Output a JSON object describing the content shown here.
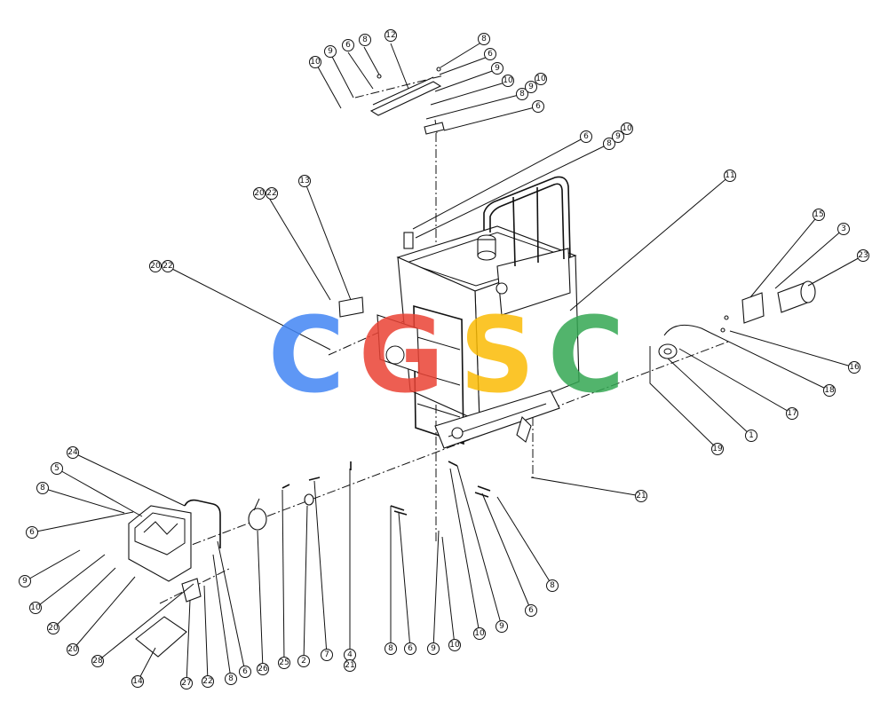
{
  "diagram": {
    "type": "exploded-parts-diagram",
    "callouts": [
      {
        "label": "12"
      },
      {
        "label": "8"
      },
      {
        "label": "6"
      },
      {
        "label": "9"
      },
      {
        "label": "10"
      },
      {
        "label": "8"
      },
      {
        "label": "6"
      },
      {
        "label": "9"
      },
      {
        "label": "10"
      },
      {
        "label": "8"
      },
      {
        "label": "9"
      },
      {
        "label": "10"
      },
      {
        "label": "6"
      },
      {
        "label": "6"
      },
      {
        "label": "8"
      },
      {
        "label": "9"
      },
      {
        "label": "10"
      },
      {
        "label": "11"
      },
      {
        "label": "13"
      },
      {
        "label": "20"
      },
      {
        "label": "22"
      },
      {
        "label": "20"
      },
      {
        "label": "22"
      },
      {
        "label": "15"
      },
      {
        "label": "3"
      },
      {
        "label": "23"
      },
      {
        "label": "16"
      },
      {
        "label": "18"
      },
      {
        "label": "17"
      },
      {
        "label": "1"
      },
      {
        "label": "19"
      },
      {
        "label": "21"
      },
      {
        "label": "24"
      },
      {
        "label": "5"
      },
      {
        "label": "8"
      },
      {
        "label": "6"
      },
      {
        "label": "9"
      },
      {
        "label": "10"
      },
      {
        "label": "20"
      },
      {
        "label": "20"
      },
      {
        "label": "28"
      },
      {
        "label": "14"
      },
      {
        "label": "27"
      },
      {
        "label": "22"
      },
      {
        "label": "8"
      },
      {
        "label": "6"
      },
      {
        "label": "26"
      },
      {
        "label": "25"
      },
      {
        "label": "2"
      },
      {
        "label": "7"
      },
      {
        "label": "4"
      },
      {
        "label": "21"
      },
      {
        "label": "8"
      },
      {
        "label": "6"
      },
      {
        "label": "9"
      },
      {
        "label": "10"
      },
      {
        "label": "10"
      },
      {
        "label": "9"
      },
      {
        "label": "6"
      },
      {
        "label": "8"
      }
    ]
  },
  "watermark": {
    "text": "CGSC",
    "letters": [
      {
        "char": "C",
        "color": "#4285F4"
      },
      {
        "char": "G",
        "color": "#EA4335"
      },
      {
        "char": "S",
        "color": "#FBBC05"
      },
      {
        "char": "C",
        "color": "#34A853"
      }
    ]
  }
}
